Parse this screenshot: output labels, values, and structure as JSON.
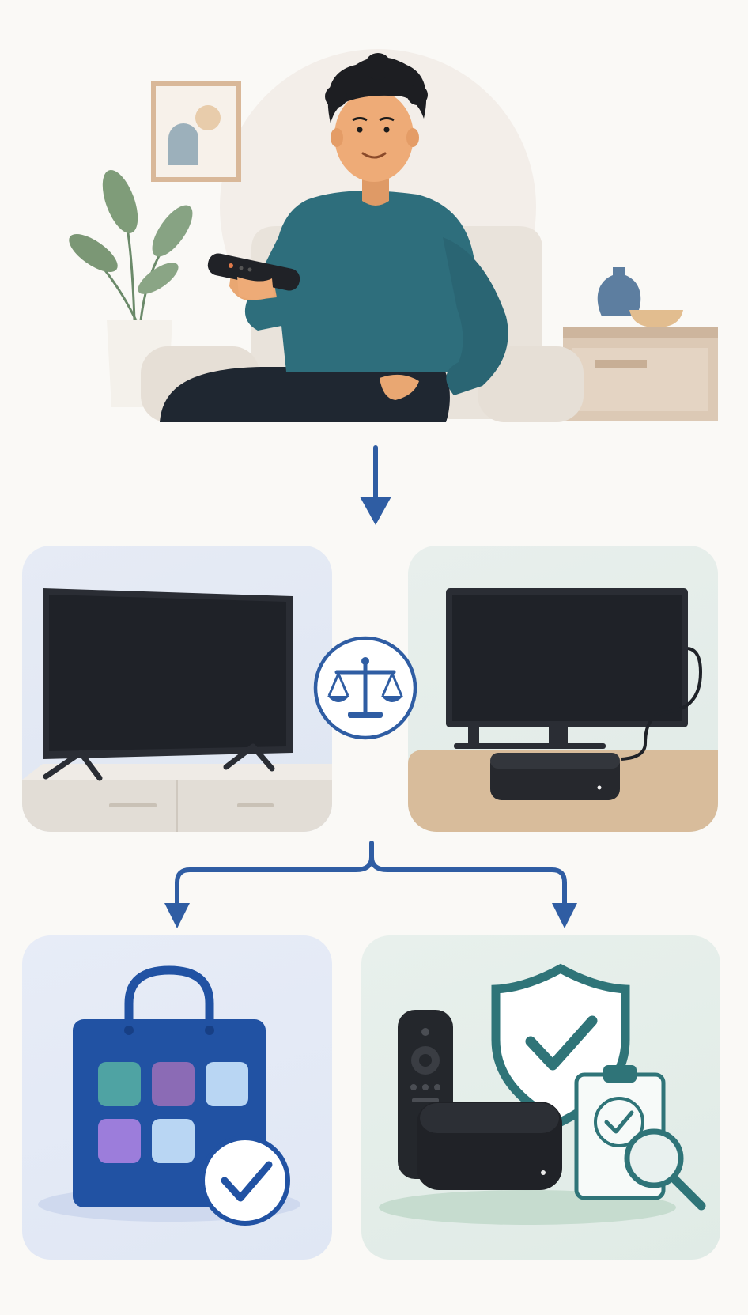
{
  "scene": {
    "top": "person-with-remote-on-armchair",
    "compare_left": "smart-tv",
    "compare_right": "tv-with-streaming-box",
    "result_left": "app-store-bag",
    "result_right": "secure-streaming-device"
  },
  "colors": {
    "background": "#faf9f6",
    "arrow": "#2f5da3",
    "sweater": "#2e6e7c",
    "shield": "#2f7478",
    "bag": "#2152a3"
  },
  "icons": [
    "arrow-down-icon",
    "scales-icon",
    "branch-arrow-icon",
    "checkmark-icon",
    "shield-icon",
    "magnifier-icon"
  ]
}
